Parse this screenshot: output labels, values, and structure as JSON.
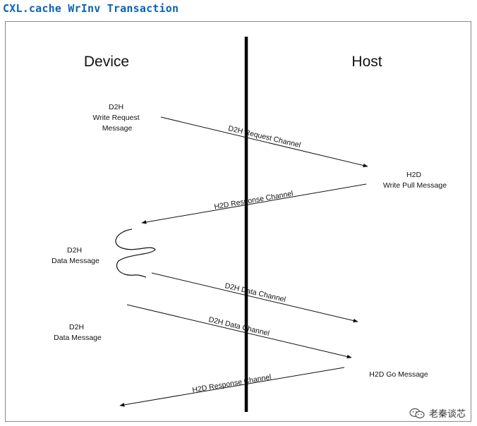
{
  "title": "CXL.cache WrInv Transaction",
  "lanes": {
    "left": "Device",
    "right": "Host"
  },
  "messages": {
    "d2h_write_request": [
      "D2H",
      "Write Request",
      "Message"
    ],
    "h2d_write_pull": [
      "H2D",
      "Write Pull Message"
    ],
    "d2h_data_1": [
      "D2H",
      "Data Message"
    ],
    "d2h_data_2": [
      "D2H",
      "Data Message"
    ],
    "h2d_go": [
      "H2D Go Message"
    ]
  },
  "channels": {
    "c1": "D2H Request Channel",
    "c2": "H2D Response Channel",
    "c3": "D2H Data Channel",
    "c4": "D2H Data Channel",
    "c5": "H2D Response Channel"
  },
  "watermark": "老秦谈芯",
  "colors": {
    "title": "#0b63b5",
    "ink": "#111111",
    "frame": "#8a8a8a"
  }
}
